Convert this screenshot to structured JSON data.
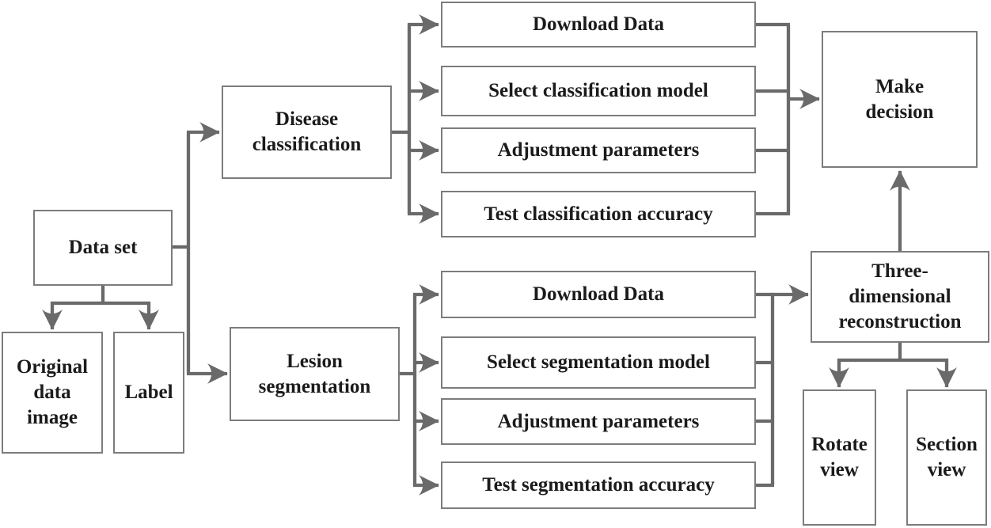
{
  "diagram": {
    "type": "flowchart",
    "colors": {
      "connector": "#6a6a6a",
      "box_border": "#7c7c7c",
      "text": "#1b1b1b",
      "box_fill": "#ffffff",
      "background": "#ffffff"
    },
    "nodes": {
      "data_set": {
        "label": "Data set"
      },
      "original_data_image": {
        "label": "Original\ndata\nimage"
      },
      "label": {
        "label": "Label"
      },
      "disease_classification": {
        "label": "Disease\nclassification"
      },
      "lesion_segmentation": {
        "label": "Lesion\nsegmentation"
      },
      "download_data_top": {
        "label": "Download Data"
      },
      "select_classification_model": {
        "label": "Select classification model"
      },
      "adjustment_parameters_top": {
        "label": "Adjustment parameters"
      },
      "test_classification_accuracy": {
        "label": "Test classification accuracy"
      },
      "download_data_bottom": {
        "label": "Download Data"
      },
      "select_segmentation_model": {
        "label": "Select segmentation model"
      },
      "adjustment_parameters_bottom": {
        "label": "Adjustment parameters"
      },
      "test_segmentation_accuracy": {
        "label": "Test segmentation accuracy"
      },
      "make_decision": {
        "label": "Make\ndecision"
      },
      "three_dimensional_reconstruction": {
        "label": "Three-\ndimensional\nreconstruction"
      },
      "rotate_view": {
        "label": "Rotate\nview"
      },
      "section_view": {
        "label": "Section\nview"
      }
    },
    "edges": [
      {
        "from": "data_set",
        "to": "original_data_image"
      },
      {
        "from": "data_set",
        "to": "label"
      },
      {
        "from": "data_set",
        "to": "disease_classification"
      },
      {
        "from": "data_set",
        "to": "lesion_segmentation"
      },
      {
        "from": "disease_classification",
        "to": "download_data_top"
      },
      {
        "from": "disease_classification",
        "to": "select_classification_model"
      },
      {
        "from": "disease_classification",
        "to": "adjustment_parameters_top"
      },
      {
        "from": "disease_classification",
        "to": "test_classification_accuracy"
      },
      {
        "from": "download_data_top",
        "to": "make_decision"
      },
      {
        "from": "select_classification_model",
        "to": "make_decision"
      },
      {
        "from": "adjustment_parameters_top",
        "to": "make_decision"
      },
      {
        "from": "test_classification_accuracy",
        "to": "make_decision"
      },
      {
        "from": "lesion_segmentation",
        "to": "download_data_bottom"
      },
      {
        "from": "lesion_segmentation",
        "to": "select_segmentation_model"
      },
      {
        "from": "lesion_segmentation",
        "to": "adjustment_parameters_bottom"
      },
      {
        "from": "lesion_segmentation",
        "to": "test_segmentation_accuracy"
      },
      {
        "from": "download_data_bottom",
        "to": "three_dimensional_reconstruction"
      },
      {
        "from": "select_segmentation_model",
        "to": "three_dimensional_reconstruction"
      },
      {
        "from": "adjustment_parameters_bottom",
        "to": "three_dimensional_reconstruction"
      },
      {
        "from": "test_segmentation_accuracy",
        "to": "three_dimensional_reconstruction"
      },
      {
        "from": "three_dimensional_reconstruction",
        "to": "make_decision"
      },
      {
        "from": "three_dimensional_reconstruction",
        "to": "rotate_view"
      },
      {
        "from": "three_dimensional_reconstruction",
        "to": "section_view"
      }
    ]
  }
}
